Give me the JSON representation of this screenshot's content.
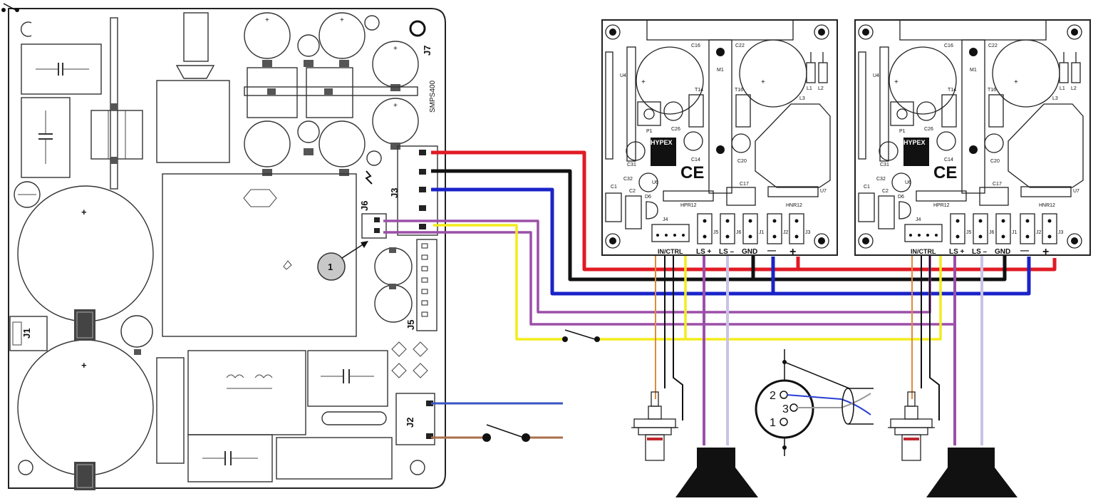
{
  "smps": {
    "model_label": "SMPS400",
    "connector_labels": {
      "j1": "J1",
      "j2": "J2",
      "j3": "J3",
      "j5": "J5",
      "j6": "J6",
      "j7": "J7"
    },
    "callout_number": "1",
    "plus_sign": "+"
  },
  "amp_boards": [
    {
      "brand": "HYPEX",
      "ce_mark": "CE",
      "components": {
        "c16": "C16",
        "c22": "C22",
        "m1": "M1",
        "u4": "U4",
        "t14": "T14",
        "t16": "T16",
        "l1": "L1",
        "l2": "L2",
        "l3": "L3",
        "p1": "P1",
        "c26": "C26",
        "c31": "C31",
        "c14": "C14",
        "c20": "C20",
        "c32": "C32",
        "c1": "C1",
        "c2": "C2",
        "d6": "D6",
        "u6": "U6",
        "c17": "C17",
        "u7": "U7",
        "hpr12": "HPR12",
        "hnr12": "HNR12",
        "j4": "J4",
        "j5": "J5",
        "j6": "J6",
        "j1": "J1",
        "j2": "J2",
        "j3": "J3"
      },
      "terminal_labels": [
        "IN",
        "CTRL",
        "LS +",
        "LS –",
        "GND",
        "—",
        "+"
      ]
    },
    {
      "brand": "HYPEX",
      "ce_mark": "CE",
      "components": {
        "c16": "C16",
        "c22": "C22",
        "m1": "M1",
        "u4": "U4",
        "t14": "T14",
        "t16": "T16",
        "l1": "L1",
        "l2": "L2",
        "l3": "L3",
        "p1": "P1",
        "c26": "C26",
        "c31": "C31",
        "c14": "C14",
        "c20": "C20",
        "c32": "C32",
        "c1": "C1",
        "c2": "C2",
        "d6": "D6",
        "u6": "U6",
        "c17": "C17",
        "u7": "U7",
        "hpr12": "HPR12",
        "hnr12": "HNR12",
        "j4": "J4",
        "j5": "J5",
        "j6": "J6",
        "j1": "J1",
        "j2": "J2",
        "j3": "J3"
      },
      "terminal_labels": [
        "IN",
        "CTRL",
        "LS +",
        "LS –",
        "GND",
        "—",
        "+"
      ]
    }
  ],
  "xlr": {
    "pins": [
      "2",
      "3",
      "1"
    ]
  },
  "wire_colors": {
    "red": "#e01b24",
    "black": "#111111",
    "blue": "#1a23c8",
    "purple": "#9b4fa8",
    "yellow": "#f2ec1c",
    "orange": "#e08a3c",
    "lavender": "#c9c3e6",
    "mains_blue": "#3b55c4",
    "mains_brown": "#a8704a",
    "xlr_blue": "#2a3fd0",
    "xlr_grey": "#999999"
  }
}
